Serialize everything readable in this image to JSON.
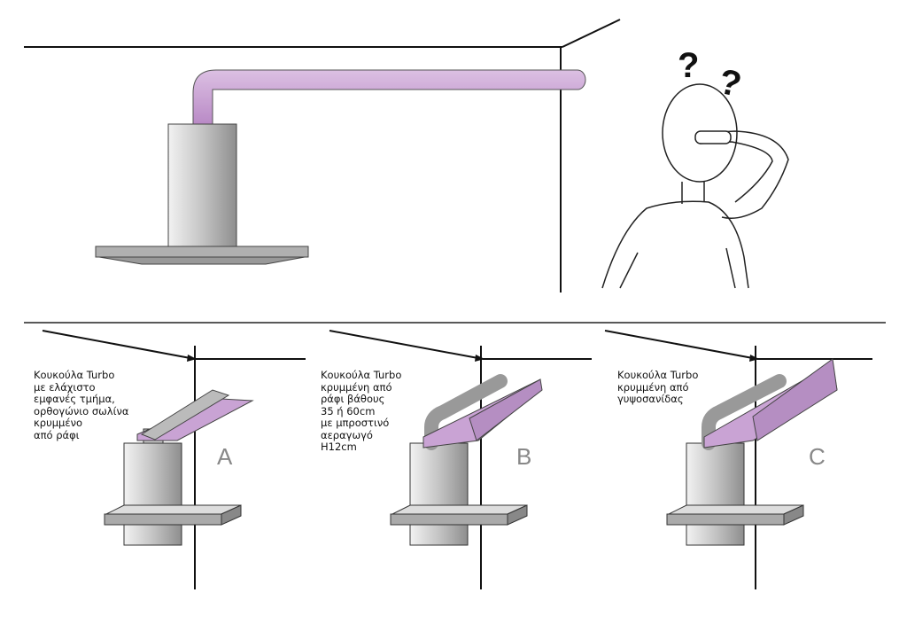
{
  "colors": {
    "duct": "#c9a3d4",
    "metal": "#c8c8c8",
    "line": "#111111"
  },
  "top_scene": {
    "question_marks": [
      "?",
      "?"
    ]
  },
  "panels": [
    {
      "letter": "A",
      "label": "Κουκούλα Turbo\nμε ελάχιστο\nεμφανές τμήμα,\nορθογώνιο σωλίνα\nκρυμμένο\nαπό ράφι"
    },
    {
      "letter": "B",
      "label": "Κουκούλα Turbo\nκρυμμένη από\nράφι βάθους\n35 ή 60cm\nμε μπροστινό\nαεραγωγό\nH12cm"
    },
    {
      "letter": "C",
      "label": "Κουκούλα Turbo\nκρυμμένη από\nγυψοσανίδας"
    }
  ]
}
